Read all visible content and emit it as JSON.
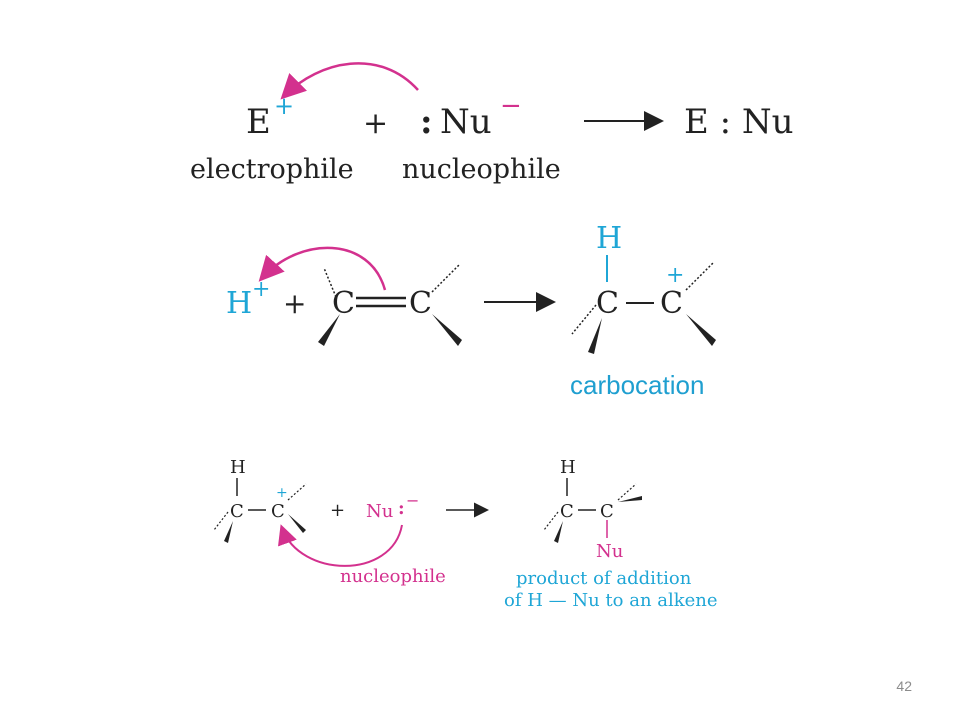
{
  "colors": {
    "black": "#222222",
    "electrophile_accent": "#d3318e",
    "proton_accent": "#1fa6d6",
    "label_blue": "#1f9fd0",
    "page_number": "#8c8c8c"
  },
  "reaction1": {
    "electrophile_symbol": "E",
    "electrophile_charge": "+",
    "plus": "+",
    "lone_pair": ":",
    "nucleophile_symbol": "Nu",
    "nucleophile_charge": "−",
    "product": "E : Nu",
    "electrophile_label": "electrophile",
    "nucleophile_label": "nucleophile"
  },
  "reaction2": {
    "proton": "H",
    "proton_charge": "+",
    "plus": "+",
    "carbon_left": "C",
    "carbon_right": "C",
    "product_h": "H",
    "product_c_left": "C",
    "product_c_right": "C",
    "product_charge": "+",
    "carbocation_label": "carbocation"
  },
  "reaction3": {
    "h": "H",
    "c_left": "C",
    "c_right": "C",
    "charge": "+",
    "plus": "+",
    "nucleophile": "Nu",
    "nucleophile_charge": "−",
    "lone_pair": ":",
    "nucleophile_label": "nucleophile",
    "product_h": "H",
    "product_c_left": "C",
    "product_c_right": "C",
    "product_nu": "Nu",
    "product_label_line1": "product of addition",
    "product_label_line2": "of H — Nu to an alkene"
  },
  "page_number": "42"
}
